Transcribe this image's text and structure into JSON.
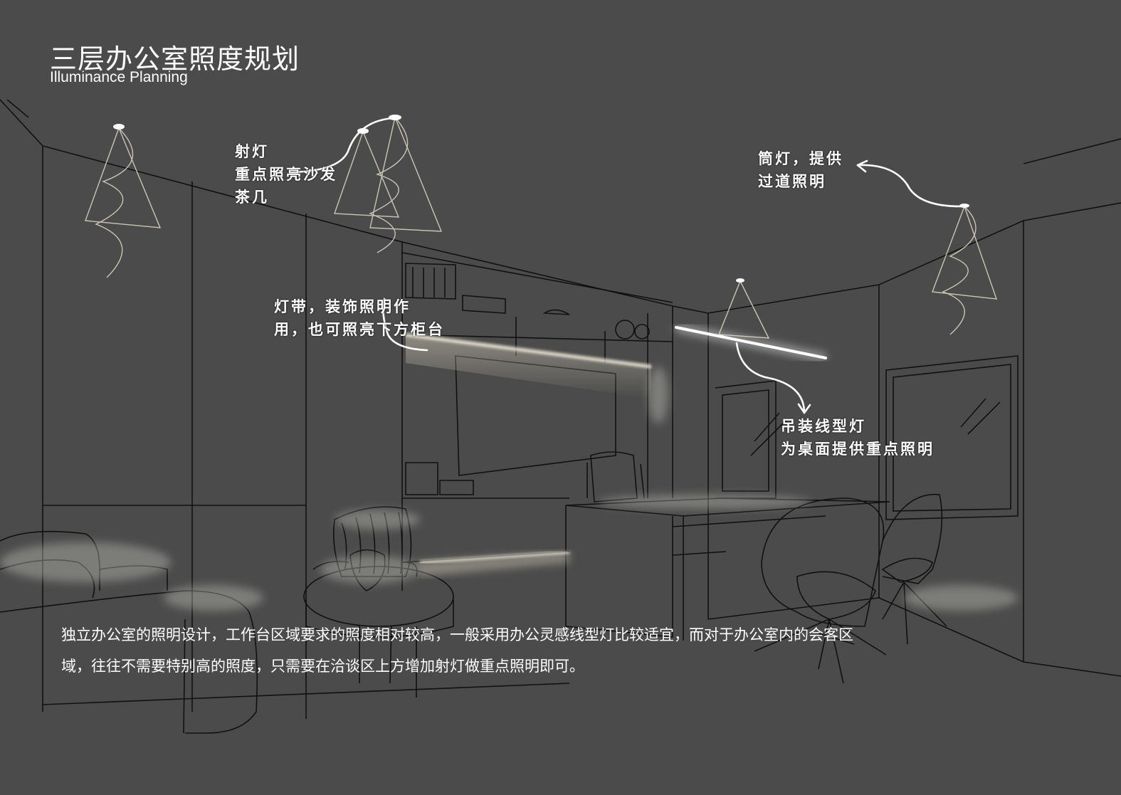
{
  "header": {
    "title_cn": "三层办公室照度规划",
    "title_en": "Illuminance Planning"
  },
  "annotations": {
    "spotlight": "射灯\n重点照亮沙发\n茶几",
    "downlight": "筒灯，提供\n过道照明",
    "light_strip": "灯带，装饰照明作\n用，也可照亮下方柜台",
    "linear_pendant": "吊装线型灯\n为桌面提供重点照明"
  },
  "description": "独立办公室的照明设计，工作台区域要求的照度相对较高，一般采用办公灵感线型灯比较适宜，而对于办公室内的会客区域，往往不需要特别高的照度，只需要在洽谈区上方增加射灯做重点照明即可。",
  "colors": {
    "background": "#4b4b4b",
    "line": "#0e0e0e",
    "light": "#fffbe8"
  }
}
